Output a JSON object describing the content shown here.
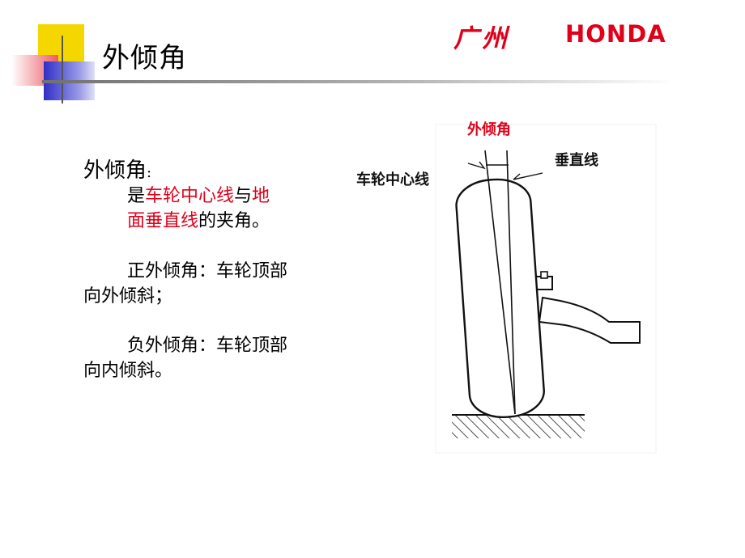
{
  "slide": {
    "title": "外倾角",
    "logo": {
      "city": "广州",
      "brand": "HONDA",
      "color": "#e0001a"
    },
    "definition": {
      "heading": "外倾角",
      "heading_colon": ":",
      "l1_a": "是",
      "l1_b": "车轮中心线",
      "l1_c": "与",
      "l1_d": "地",
      "l2_a": "面垂直线",
      "l2_b": "的夹角。"
    },
    "positive": {
      "line1": "正外倾角：车轮顶部",
      "line2": "向外倾斜；"
    },
    "negative": {
      "line1": "负外倾角：车轮顶部",
      "line2": "向内倾斜。"
    }
  },
  "figure": {
    "label_camber": "外倾角",
    "label_wheel_centerline": "车轮中心线",
    "label_vertical": "垂直线",
    "accent_color": "#e0001a"
  }
}
